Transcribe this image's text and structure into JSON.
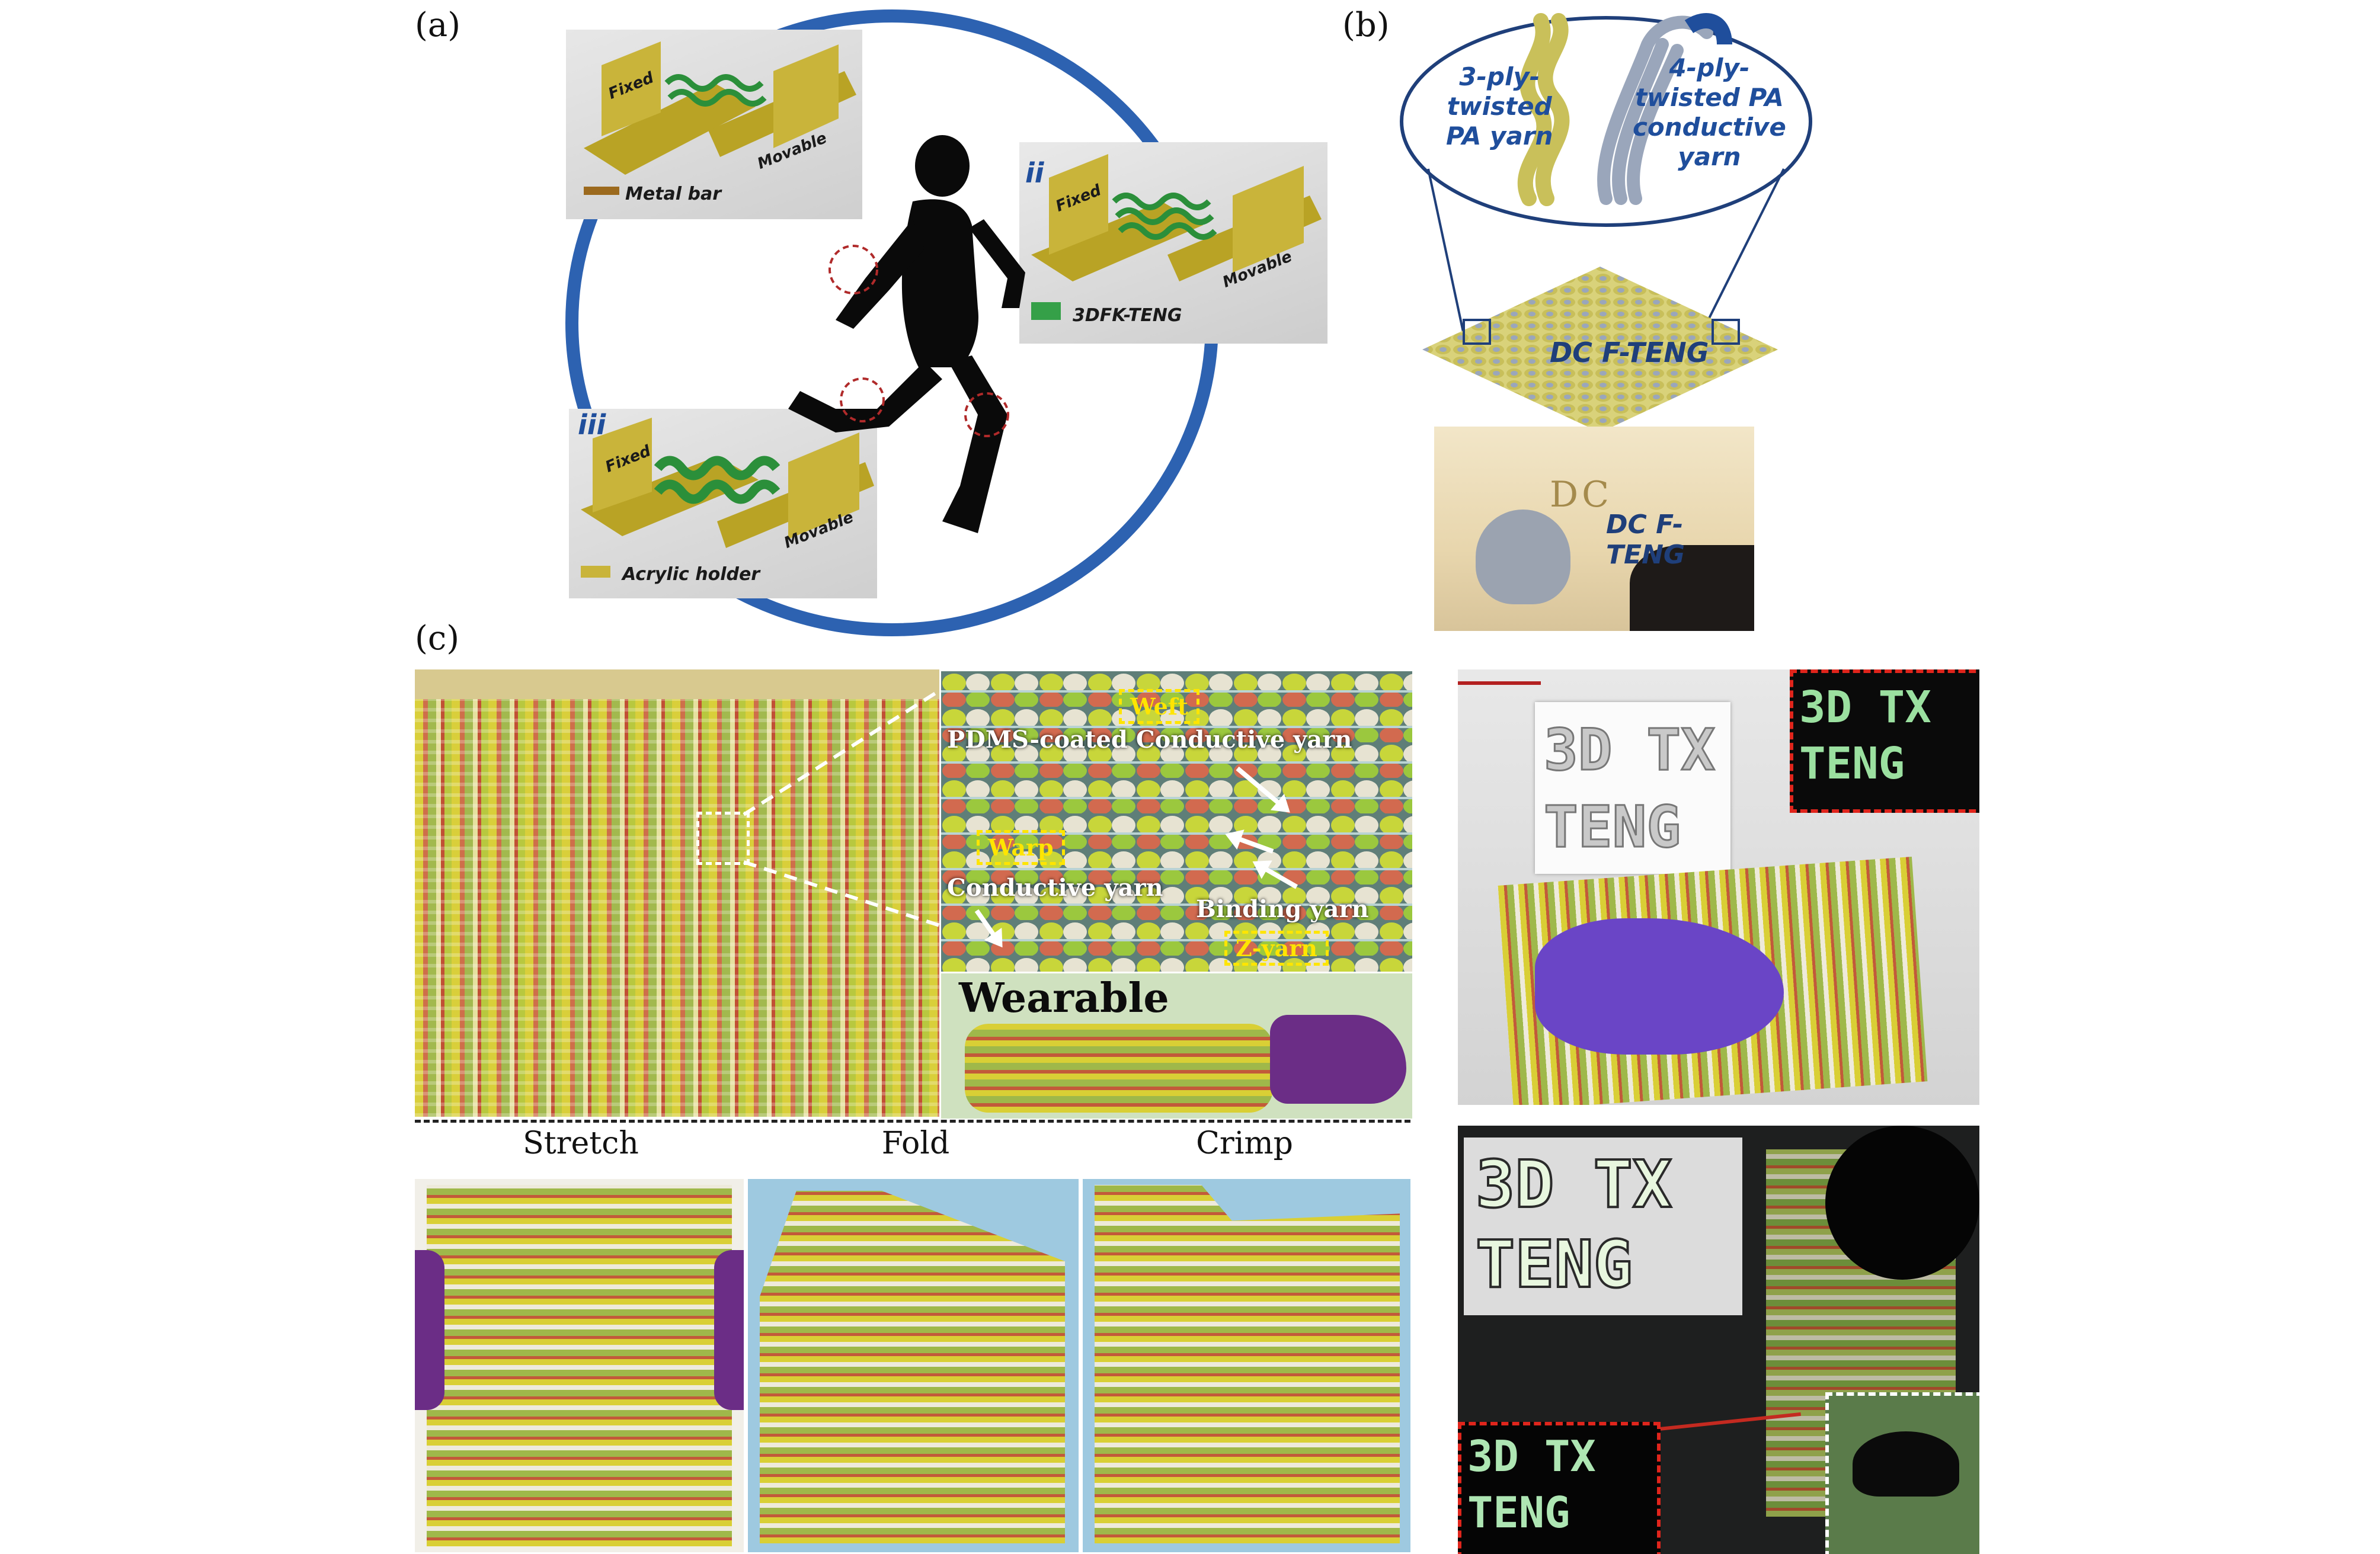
{
  "labels": {
    "a": "(a)",
    "b": "(b)",
    "c": "(c)"
  },
  "panel_a": {
    "rig_fixed": "Fixed",
    "rig_movable": "Movable",
    "legend_metal": "Metal bar",
    "legend_teng": "3DFK-TENG",
    "legend_acrylic": "Acrylic holder",
    "roman_ii": "ii",
    "roman_iii": "iii"
  },
  "panel_b": {
    "yarn1": "3-ply-\ntwisted\nPA yarn",
    "yarn2": "4-ply-\ntwisted PA\nconductive\nyarn",
    "fabric_label": "DC F-TENG",
    "photo_letters": "DC",
    "photo_label": "DC F-TENG"
  },
  "panel_c": {
    "weft": "Weft",
    "pdms": "PDMS-coated Conductive yarn",
    "warp": "Warp",
    "conductive": "Conductive yarn",
    "binding": "Binding yarn",
    "zyarn": "Z-yarn",
    "wearable": "Wearable",
    "captions": [
      "Stretch",
      "Fold",
      "Crimp"
    ],
    "board_text": [
      "3D TX",
      "TENG"
    ]
  },
  "colors": {
    "ring": "#2d62b1",
    "accent_blue": "#1f4e9c",
    "rig_yellow": "#b9a325",
    "led_red": "#e0251c"
  }
}
